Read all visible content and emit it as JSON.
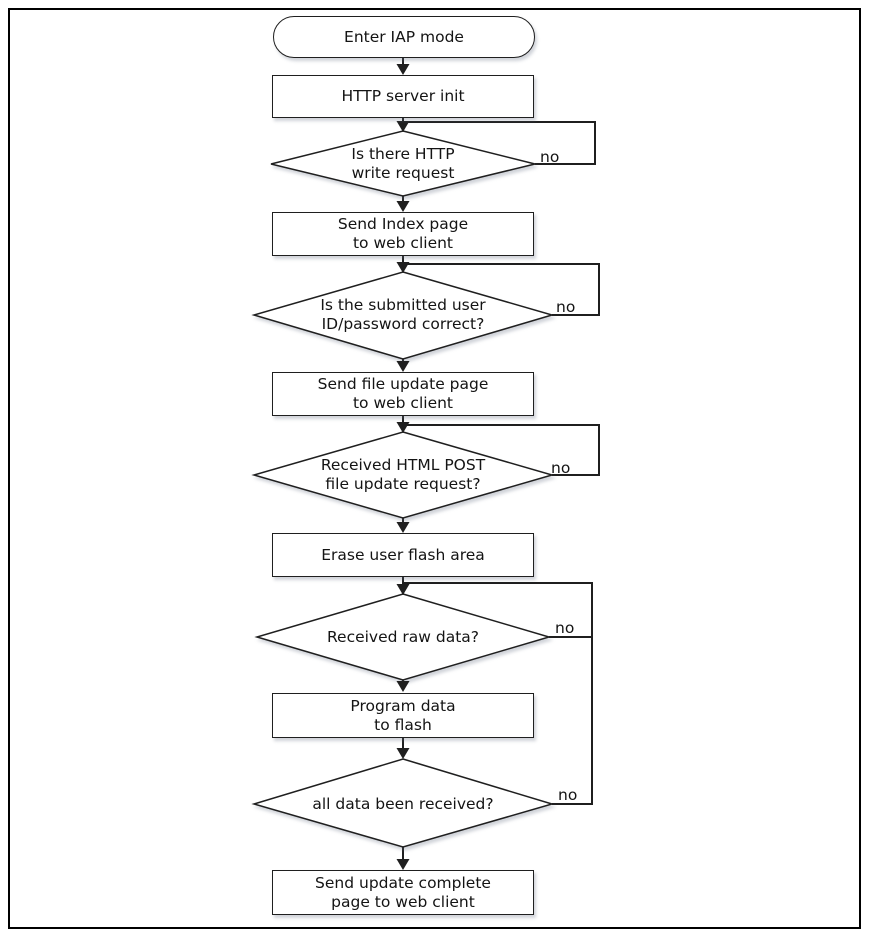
{
  "flowchart": {
    "nodes": {
      "start": {
        "type": "terminator",
        "label": "Enter IAP mode"
      },
      "http_server_init": {
        "type": "process",
        "label": "HTTP server init"
      },
      "is_http_write_request": {
        "type": "decision",
        "label": "Is there HTTP\nwrite request"
      },
      "send_index_page": {
        "type": "process",
        "label": "Send Index page\nto web client"
      },
      "is_id_password_correct": {
        "type": "decision",
        "label": "Is the submitted user\nID/password correct?"
      },
      "send_file_update_page": {
        "type": "process",
        "label": "Send file update page\nto web client"
      },
      "received_html_post": {
        "type": "decision",
        "label": "Received HTML POST\nfile update request?"
      },
      "erase_user_flash": {
        "type": "process",
        "label": "Erase user flash area"
      },
      "received_raw_data": {
        "type": "decision",
        "label": "Received raw data?"
      },
      "program_data_to_flash": {
        "type": "process",
        "label": "Program data\nto flash"
      },
      "all_data_received": {
        "type": "decision",
        "label": "all data been received?"
      },
      "send_update_complete": {
        "type": "process",
        "label": "Send update complete\npage to web client"
      }
    },
    "edge_labels": {
      "no_http_write_request": "no",
      "no_id_password_correct": "no",
      "no_html_post_request": "no",
      "no_raw_data": "no",
      "no_all_data_received": "no"
    },
    "colors": {
      "line": "#1f1f1f",
      "text": "#141414",
      "background": "#ffffff"
    }
  }
}
